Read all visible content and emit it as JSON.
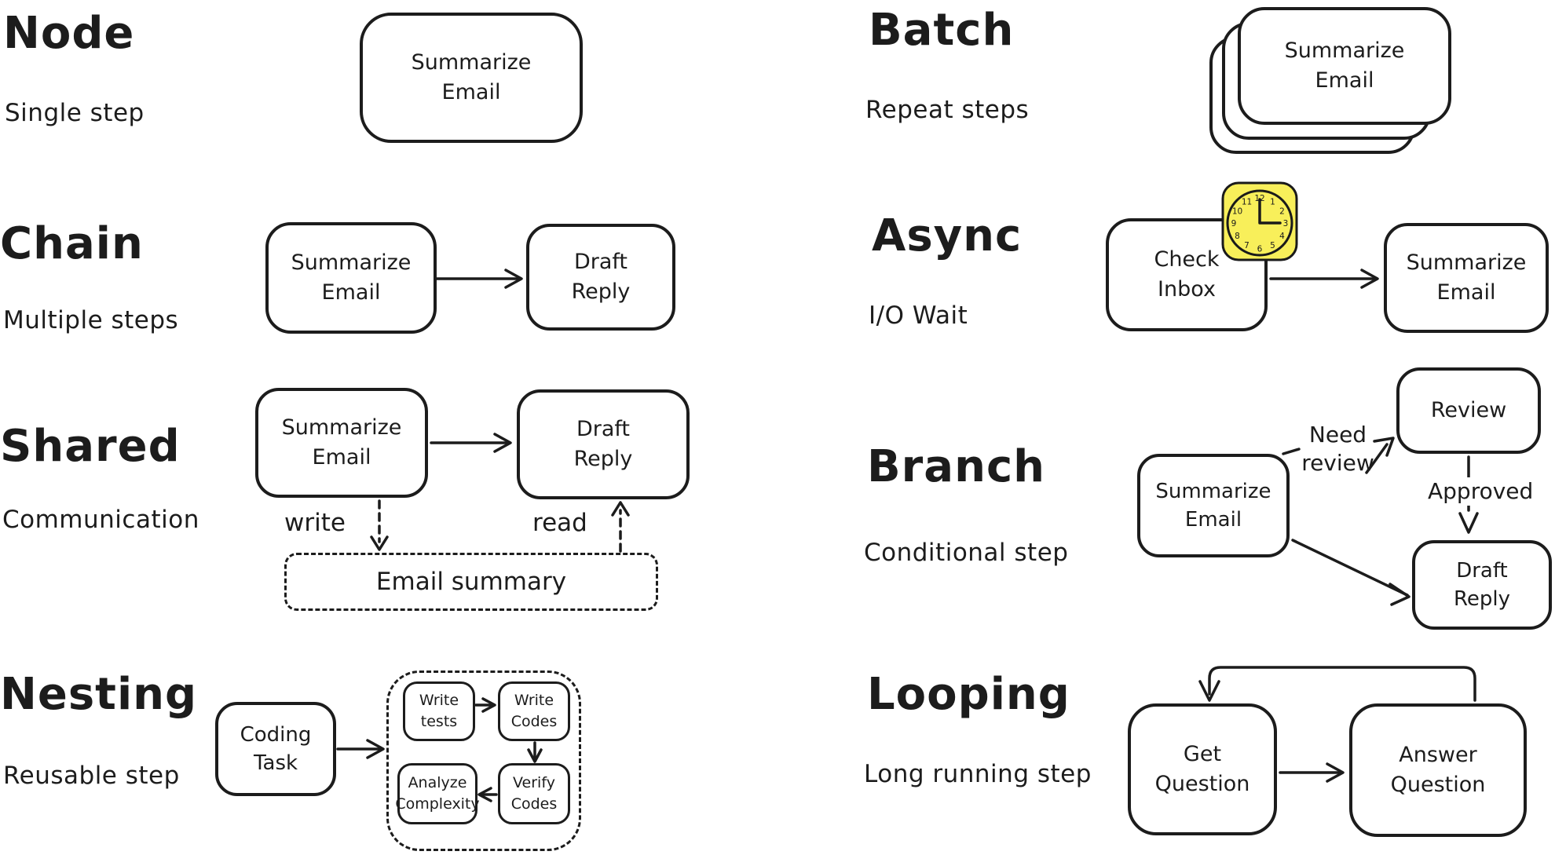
{
  "canvas": {
    "background": "#ffffff",
    "ink": "#1c1c1c",
    "clock_yellow": "#f8ef5a"
  },
  "sections": {
    "node": {
      "title": "Node",
      "subtitle": "Single step",
      "box1": "Summarize\nEmail"
    },
    "chain": {
      "title": "Chain",
      "subtitle": "Multiple steps",
      "box1": "Summarize\nEmail",
      "box2": "Draft\nReply"
    },
    "shared": {
      "title": "Shared",
      "subtitle": "Communication",
      "box1": "Summarize\nEmail",
      "box2": "Draft\nReply",
      "write_label": "write",
      "read_label": "read",
      "store": "Email summary"
    },
    "nesting": {
      "title": "Nesting",
      "subtitle": "Reusable step",
      "box1": "Coding\nTask",
      "inner1": "Write\ntests",
      "inner2": "Write\nCodes",
      "inner3": "Analyze\nComplexity",
      "inner4": "Verify\nCodes"
    },
    "batch": {
      "title": "Batch",
      "subtitle": "Repeat steps",
      "box1": "Summarize\nEmail"
    },
    "async": {
      "title": "Async",
      "subtitle": "I/O Wait",
      "box1": "Check\nInbox",
      "box2": "Summarize\nEmail",
      "clock_numbers": [
        "12",
        "1",
        "2",
        "3",
        "4",
        "5",
        "6",
        "7",
        "8",
        "9",
        "10",
        "11"
      ]
    },
    "branch": {
      "title": "Branch",
      "subtitle": "Conditional step",
      "box1": "Summarize\nEmail",
      "review_box": "Review",
      "draft_box": "Draft\nReply",
      "need_review_label": "Need\nreview",
      "approved_label": "Approved"
    },
    "looping": {
      "title": "Looping",
      "subtitle": "Long running step",
      "box1": "Get\nQuestion",
      "box2": "Answer\nQuestion"
    }
  }
}
